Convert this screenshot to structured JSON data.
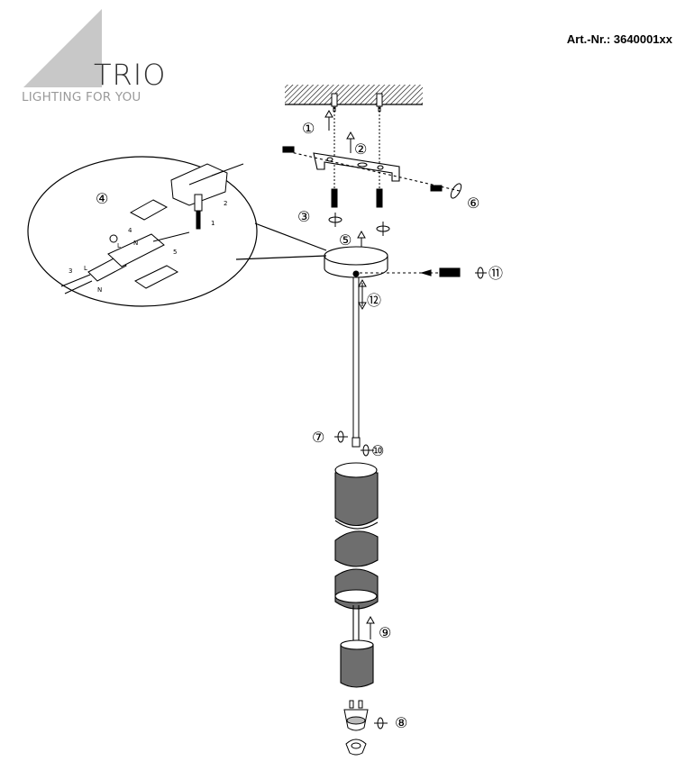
{
  "brand": {
    "name": "TRIO",
    "tagline": "LIGHTING FOR YOU"
  },
  "article": {
    "label": "Art.-Nr.:",
    "number": "3640001xx"
  },
  "steps": {
    "s1": "①",
    "s2": "②",
    "s3": "③",
    "s4": "④",
    "s5": "⑤",
    "s6": "⑥",
    "s7": "⑦",
    "s8": "⑧",
    "s9": "⑨",
    "s10": "⑩",
    "s11": "⑪",
    "s12": "⑫"
  },
  "wiring": {
    "n1": "1",
    "n2": "2",
    "n3": "3",
    "n4": "4",
    "n5": "5",
    "L": "L",
    "N": "N",
    "L2": "L",
    "N2": "N"
  },
  "colors": {
    "logo_triangle": "#c8c8c8",
    "line": "#000000",
    "shade": "#666666"
  }
}
